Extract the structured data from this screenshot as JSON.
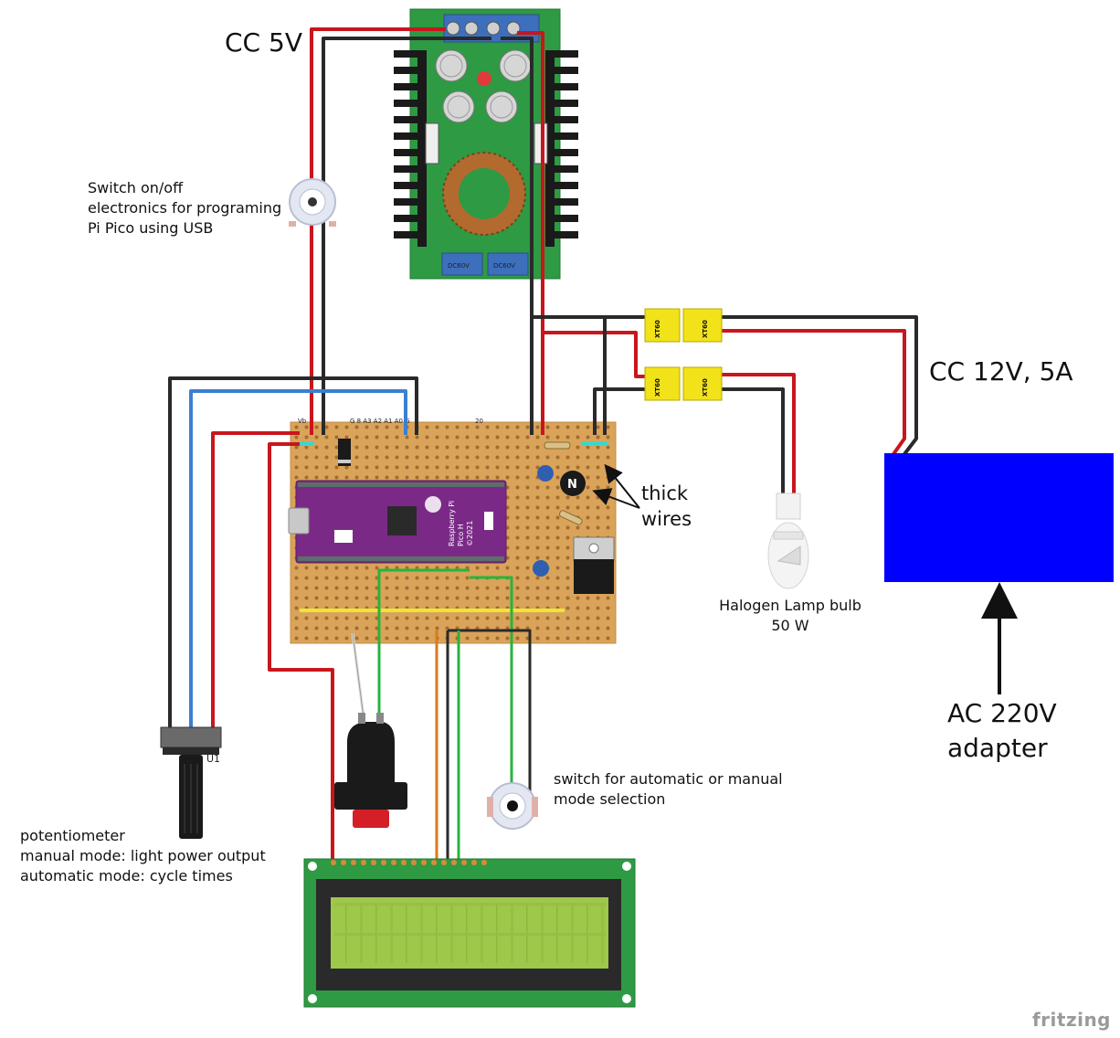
{
  "labels": {
    "cc5v": "CC 5V",
    "switch_usb": "Switch on/off\nelectronics for programing\nPi Pico using USB",
    "cc12v": "CC 12V, 5A",
    "thick_wires": "thick\nwires",
    "halogen": "Halogen Lamp bulb\n50 W",
    "ac_adapter": "AC 220V\nadapter",
    "mode_switch": "switch for automatic or manual\nmode selection",
    "potentiometer": "potentiometer\nmanual mode: light power output\nautomatic mode: cycle times",
    "fritzing": "fritzing"
  },
  "connectors": [
    "XT60",
    "XT60",
    "XT60",
    "XT60"
  ],
  "pico_label": [
    "Raspberry Pi",
    "Pico H",
    "©2021"
  ],
  "pot_ref": "U1",
  "colors": {
    "wire_red": "#c8161d",
    "wire_black": "#2a2a2a",
    "wire_blue": "#3b7fd0",
    "wire_green": "#27b43c",
    "wire_orange": "#d87a1e",
    "wire_white": "#dddddd",
    "perfboard": "#d9a35a",
    "pcb_green": "#2e9a43",
    "pico_purple": "#7a2a86",
    "adapter_blue": "#0000ff",
    "lcd_screen": "#9ec84a",
    "xt60_yellow": "#f1e21a"
  }
}
